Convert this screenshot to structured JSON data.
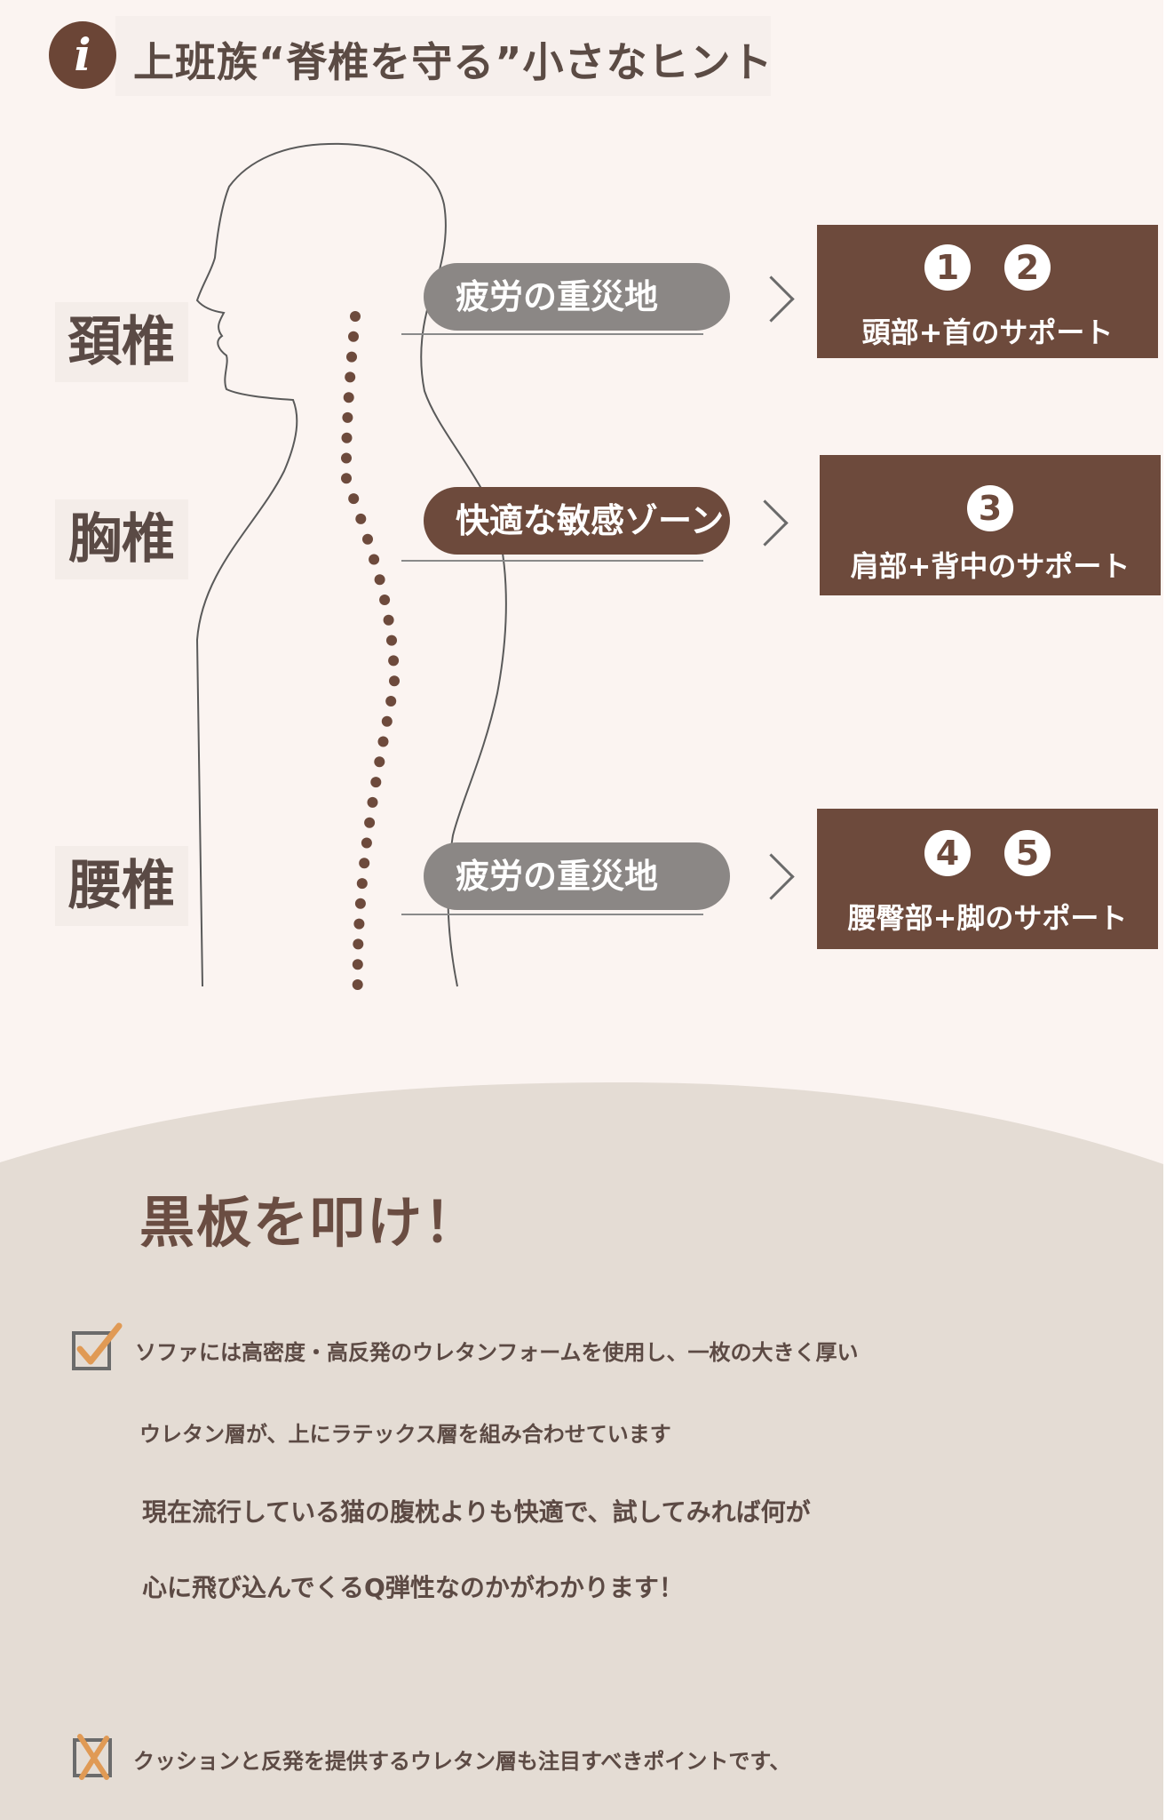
{
  "header": {
    "info_icon": "i",
    "title": "上班族“脊椎を守る”小さなヒント"
  },
  "sections": [
    {
      "label": "頚椎"
    },
    {
      "label": "胸椎"
    },
    {
      "label": "腰椎"
    }
  ],
  "zones": [
    {
      "pill": "疲労の重災地",
      "numbers": [
        "1",
        "2"
      ],
      "support": "頭部+首のサポート"
    },
    {
      "pill": "快適な敏感ゾーン",
      "numbers": [
        "3"
      ],
      "support": "肩部+背中のサポート"
    },
    {
      "pill": "疲労の重災地",
      "numbers": [
        "4",
        "5"
      ],
      "support": "腰臀部+脚のサポート"
    }
  ],
  "colors": {
    "brown": "#6d4a3c",
    "gray_pill": "#8b8785",
    "background": "#fbf4f1",
    "beige": "#e4dcd4"
  },
  "icons": [
    "info-icon",
    "chevron-right-icon",
    "checkbox-checked-icon",
    "checkbox-cross-icon"
  ],
  "tips": {
    "title": "黒板を叩け！",
    "paragraph1": [
      "ソファには高密度・高反発のウレタンフォームを使用し、一枚の大きく厚い",
      "ウレタン層が、上にラテックス層を組み合わせています",
      "現在流行している猫の腹枕よりも快適で、試してみれば何が",
      "心に飛び込んでくるQ弾性なのかがわかります！"
    ],
    "paragraph2": [
      "クッションと反発を提供するウレタン層も注目すべきポイントです、"
    ]
  }
}
